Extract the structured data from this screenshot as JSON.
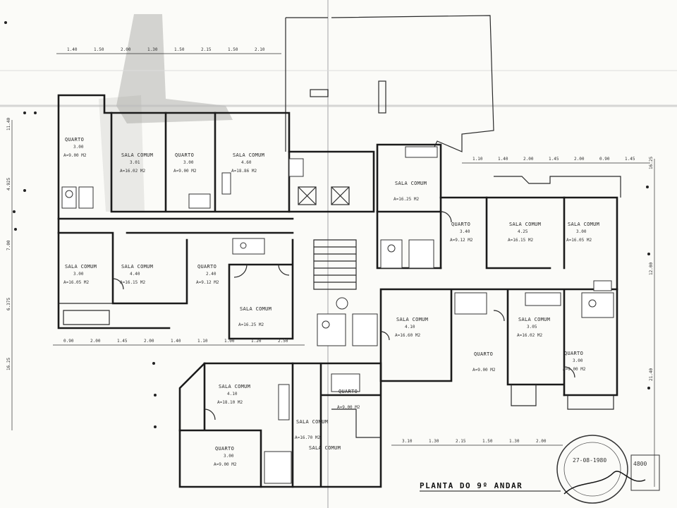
{
  "title": "PLANTA DO 9º ANDAR",
  "rooms": [
    {
      "name": "QUARTO",
      "dims": "3.00",
      "area": "A=9.00 M2"
    },
    {
      "name": "SALA COMUM",
      "dims": "3.01",
      "area": "A=16.02 M2"
    },
    {
      "name": "QUARTO",
      "dims": "3.00",
      "area": "A=9.00 M2"
    },
    {
      "name": "SALA COMUM",
      "dims": "4.60",
      "area": "A=18.86 M2"
    },
    {
      "name": "SALA COMUM",
      "dims": "3.00",
      "area": "A=16.05 M2"
    },
    {
      "name": "SALA COMUM",
      "dims": "4.40",
      "area": "A=16.15 M2"
    },
    {
      "name": "QUARTO",
      "dims": "2.40",
      "area": "A=9.12 M2"
    },
    {
      "name": "SALA COMUM",
      "dims": "",
      "area": "A=16.25 M2"
    },
    {
      "name": "SALA COMUM",
      "dims": "4.10",
      "area": "A=18.10 M2"
    },
    {
      "name": "QUARTO",
      "dims": "3.00",
      "area": "A=9.00 M2"
    },
    {
      "name": "SALA COMUM",
      "dims": "",
      "area": "A=16.70 M2"
    },
    {
      "name": "QUARTO",
      "dims": "",
      "area": "A=9.00 M2"
    },
    {
      "name": "SALA COMUM",
      "dims": "",
      "area": "A=16.25 M2"
    },
    {
      "name": "QUARTO",
      "dims": "3.40",
      "area": "A=9.12 M2"
    },
    {
      "name": "SALA COMUM",
      "dims": "4.25",
      "area": "A=16.15 M2"
    },
    {
      "name": "SALA COMUM",
      "dims": "3.00",
      "area": "A=16.05 M2"
    },
    {
      "name": "SALA COMUM",
      "dims": "4.10",
      "area": "A=16.60 M2"
    },
    {
      "name": "SALA COMUM",
      "dims": "3.05",
      "area": "A=16.02 M2"
    },
    {
      "name": "QUARTO",
      "dims": "",
      "area": "A=9.00 M2"
    },
    {
      "name": "QUARTO",
      "dims": "3.00",
      "area": "A=9.00 M2"
    },
    {
      "name": "SALA COMUM",
      "dims": "",
      "area": ""
    }
  ],
  "dimensions_top": [
    "1.40",
    "1.50",
    "2.00",
    "1.30",
    "1.50",
    "2.15",
    "1.50",
    "2.10"
  ],
  "dimensions_top_right": [
    "1.10",
    "1.40",
    "2.00",
    "1.45",
    "2.00",
    "0.90",
    "1.45"
  ],
  "dimensions_bottom": [
    "3.10",
    "1.30",
    "2.15",
    "1.50",
    "1.30",
    "2.00"
  ],
  "dimensions_mid": [
    "0.90",
    "2.00",
    "1.45",
    "2.00",
    "1.40",
    "1.10",
    "1.00",
    "1.20",
    "2.50"
  ],
  "dimensions_left": [
    "11.40",
    "4.925",
    "7.00",
    "6.375",
    "16.25"
  ],
  "dimensions_right": [
    "16.25",
    "12.00",
    "21.40"
  ],
  "stamp": {
    "date": "27-08-1980",
    "code": "4800"
  }
}
